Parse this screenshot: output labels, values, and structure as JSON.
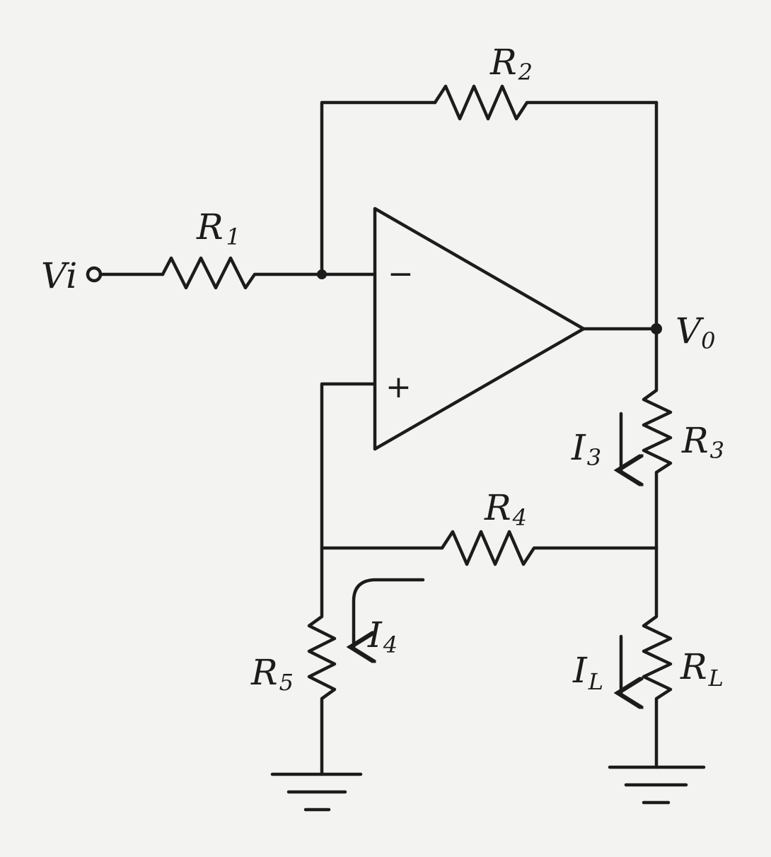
{
  "labels": {
    "r1": {
      "main": "R",
      "sub": "1"
    },
    "r2": {
      "main": "R",
      "sub": "2"
    },
    "r3": {
      "main": "R",
      "sub": "3"
    },
    "r4": {
      "main": "R",
      "sub": "4"
    },
    "r5": {
      "main": "R",
      "sub": "5"
    },
    "rl": {
      "main": "R",
      "sub": "L"
    },
    "i3": {
      "main": "I",
      "sub": "3"
    },
    "i4": {
      "main": "I",
      "sub": "4"
    },
    "il": {
      "main": "I",
      "sub": "L"
    },
    "vi": "Vi",
    "vo": {
      "main": "V",
      "sub": "0"
    }
  },
  "opamp": {
    "minus": "−",
    "plus": "+"
  },
  "colors": {
    "ink": "#1c1c1c",
    "paper": "#f3f3f1"
  }
}
